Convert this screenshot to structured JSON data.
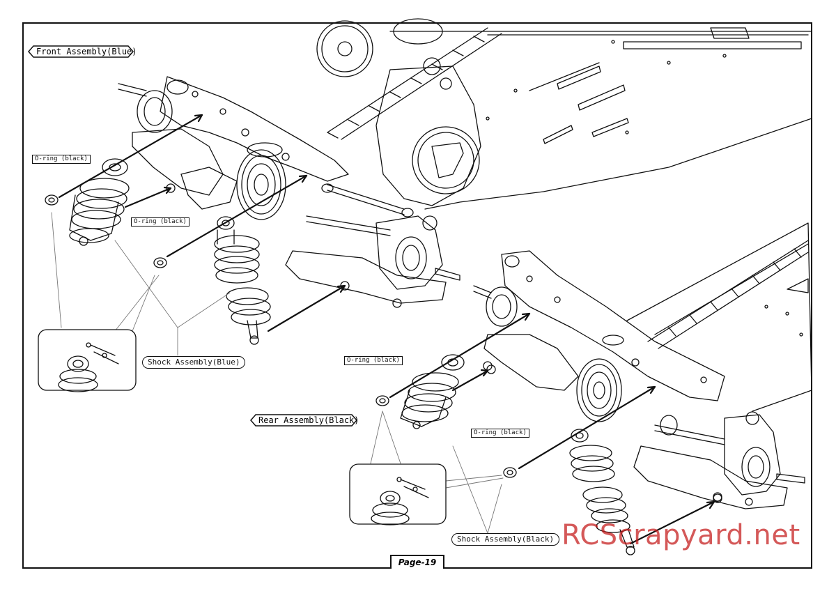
{
  "page": {
    "label": "Page-19"
  },
  "front": {
    "title": "Front Assembly(Blue)",
    "oring_left": "O-ring (black)",
    "oring_right": "O-ring (black)",
    "shock": "Shock Assembly(Blue)"
  },
  "rear": {
    "title": "Rear Assembly(Black)",
    "oring_left": "O-ring (black)",
    "oring_right": "O-ring (black)",
    "shock": "Shock Assembly(Black)"
  },
  "watermark": "RCScrapyard.net",
  "colors": {
    "line": "#111111",
    "watermark": "#c41818"
  }
}
